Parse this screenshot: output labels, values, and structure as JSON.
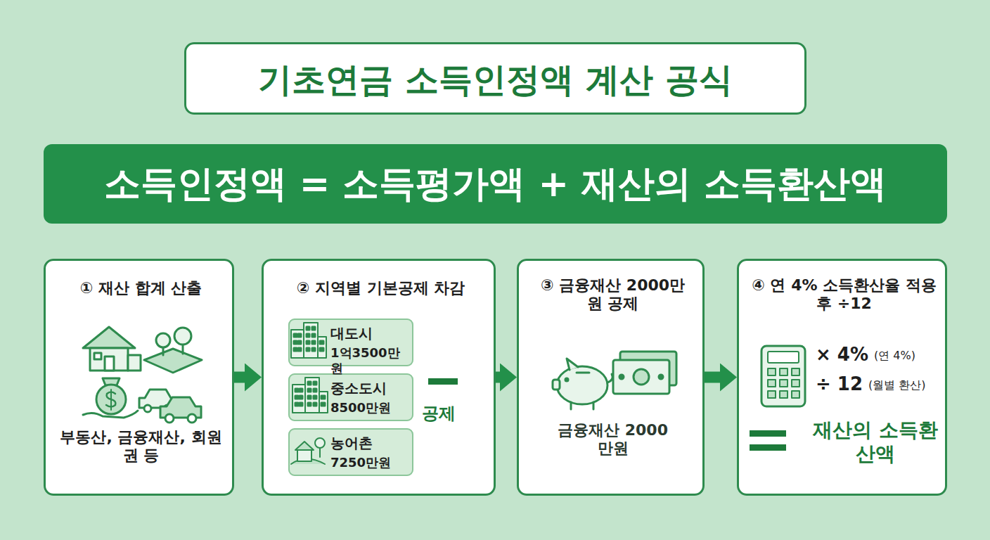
{
  "diagram": {
    "nodes": [
      {
        "text": [
          "기초연금 소득인정액 계산 공식"
        ]
      },
      {
        "text": [
          "소득인정액 = 소득평가액 + 재산의 소득환산액"
        ]
      },
      {
        "text": [
          "① 재산 합계 산출",
          "부동산, 금융재산, 회원권 등"
        ]
      },
      {
        "text": [
          "② 지역별 기본공제 차감"
        ]
      },
      {
        "text": [
          "대도시",
          "1억3500만원"
        ],
        "in": 3
      },
      {
        "text": [
          "중소도시",
          "8500만원"
        ],
        "in": 3
      },
      {
        "text": [
          "농어촌",
          "7250만원"
        ],
        "in": 3
      },
      {
        "text": [
          "③ 금융재산 2000만원 공제",
          "금융재산 2000만원"
        ]
      },
      {
        "text": [
          "④ 연 4% 소득환산율 적용 후 ÷12",
          "재산의 소득환산액"
        ]
      }
    ],
    "edges": [
      {
        "from": 2,
        "to": 3,
        "arrow": "to"
      },
      {
        "from": 3,
        "to": 7,
        "arrow": "to"
      },
      {
        "from": 7,
        "to": 8,
        "arrow": "to"
      }
    ],
    "labels": [
      "공제",
      "× 4%",
      "(연 4%)",
      "÷ 12",
      "(월별 환산)"
    ]
  }
}
